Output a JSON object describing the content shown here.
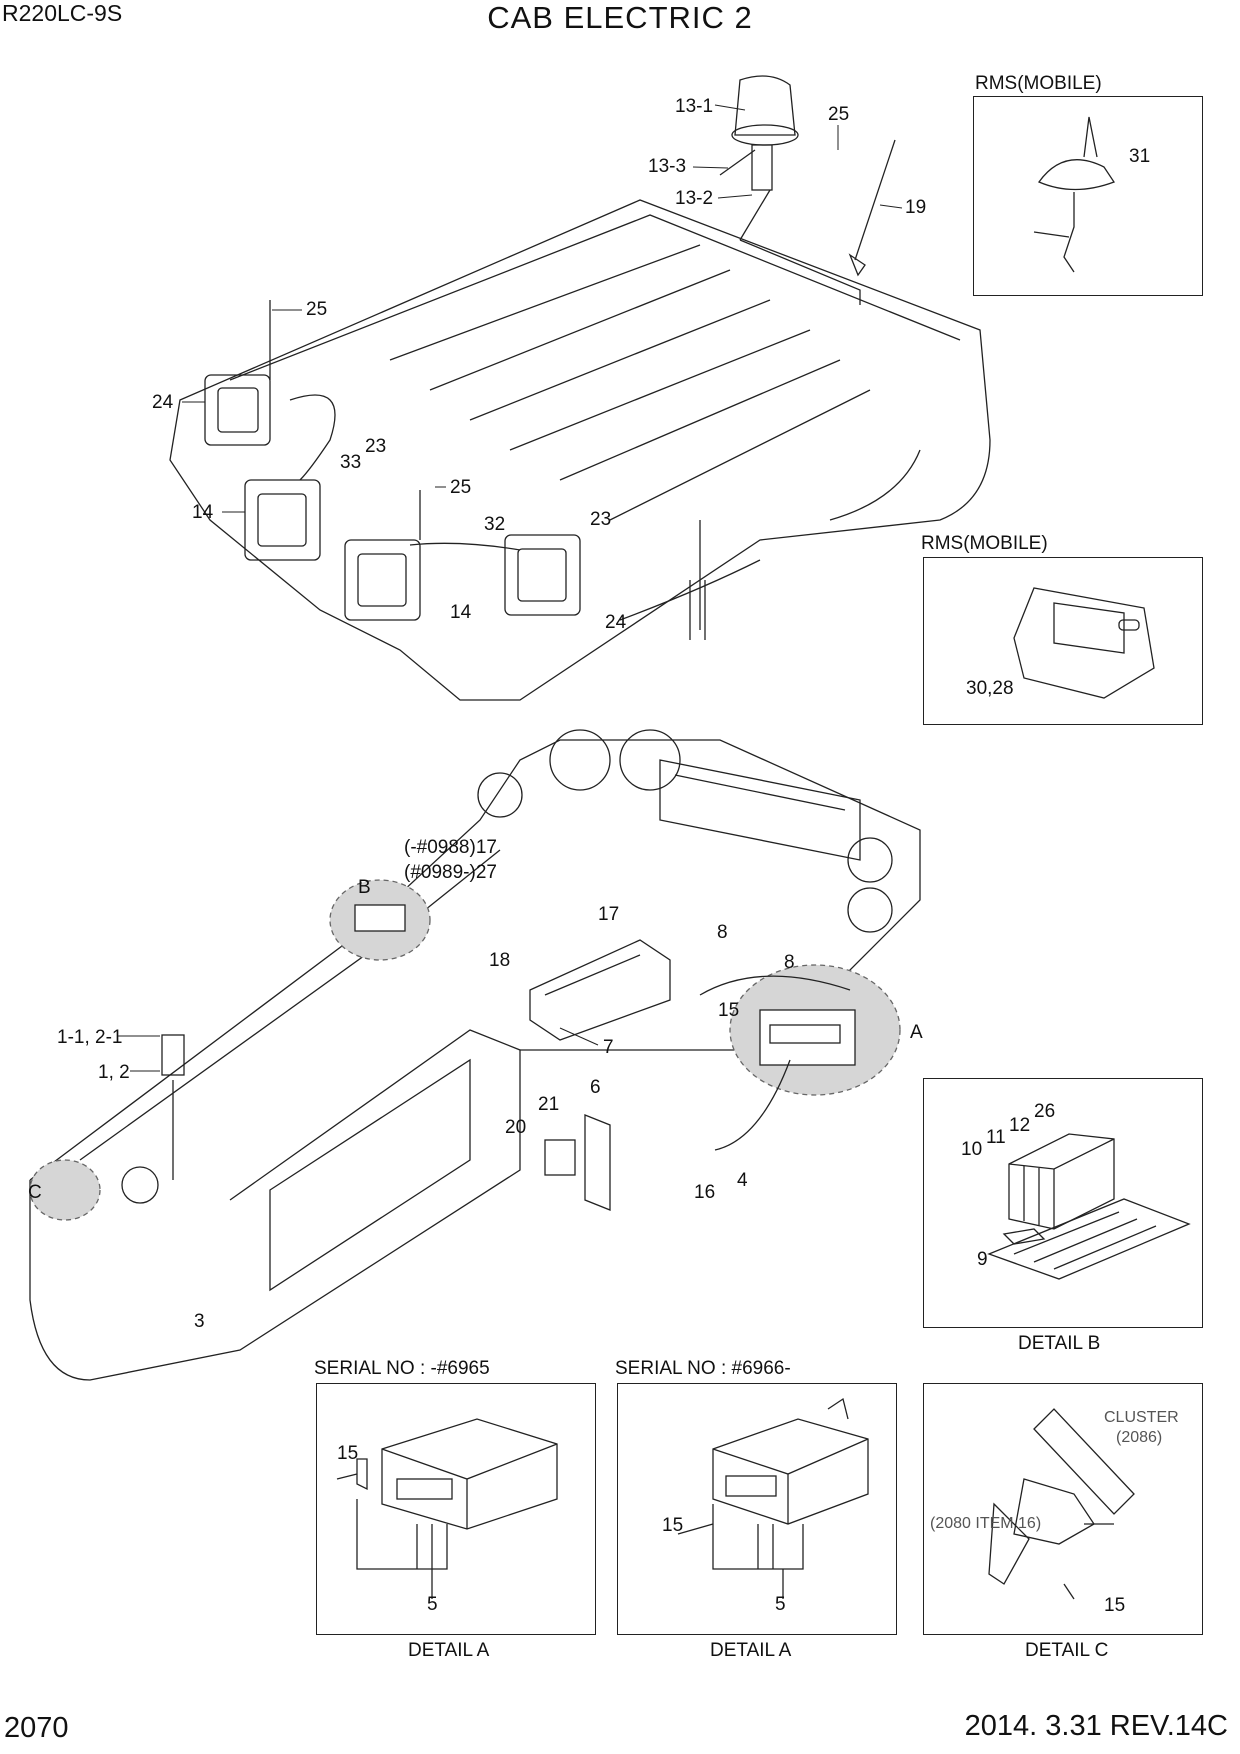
{
  "header": {
    "model": "R220LC-9S",
    "title": "CAB ELECTRIC 2"
  },
  "footer": {
    "page_number": "2070",
    "revision": "2014. 3.31  REV.14C"
  },
  "insets": {
    "rms_top": {
      "heading": "RMS(MOBILE)",
      "callouts": [
        "31"
      ]
    },
    "rms_bottom": {
      "heading": "RMS(MOBILE)",
      "callouts": [
        "30,28"
      ]
    },
    "detail_b": {
      "caption": "DETAIL B",
      "callouts": [
        "26",
        "12",
        "11",
        "10",
        "9"
      ]
    },
    "detail_a1": {
      "heading": "SERIAL NO : -#6965",
      "caption": "DETAIL A",
      "callouts": [
        "15",
        "5"
      ]
    },
    "detail_a2": {
      "heading": "SERIAL NO : #6966-",
      "caption": "DETAIL A",
      "callouts": [
        "15",
        "5"
      ]
    },
    "detail_c": {
      "caption": "DETAIL C",
      "callouts": [
        "CLUSTER",
        "(2086)",
        "(2080 ITEM 16)",
        "15"
      ]
    }
  },
  "roof_callouts": [
    "13-1",
    "25",
    "13-3",
    "13-2",
    "19",
    "25",
    "24",
    "23",
    "33",
    "25",
    "14",
    "32",
    "23",
    "14",
    "24"
  ],
  "console_callouts": [
    "(-#0988)17",
    "(#0989-)27",
    "B",
    "17",
    "8",
    "18",
    "8",
    "15",
    "A",
    "7",
    "1-1, 2-1",
    "1, 2",
    "6",
    "21",
    "20",
    "4",
    "16",
    "C",
    "3"
  ],
  "colors": {
    "line": "#222222",
    "highlight": "#d6d6d6",
    "background": "#ffffff"
  }
}
